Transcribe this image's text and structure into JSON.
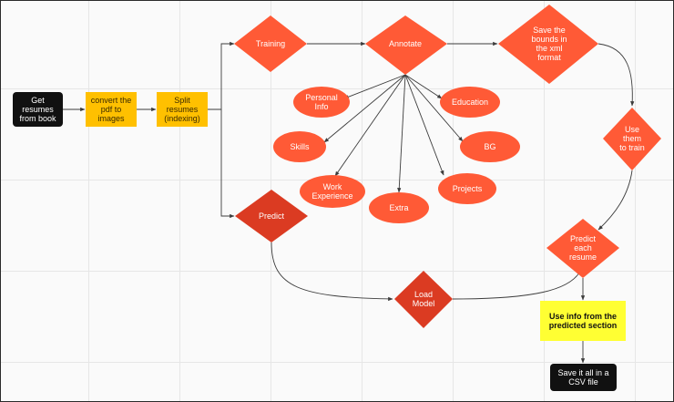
{
  "colors": {
    "orange": "#ff5a36",
    "orange_dark": "#e8412a",
    "red_dark": "#db3b22",
    "yellow": "#ffc000",
    "yellow_bright": "#ffff33",
    "black": "#111111",
    "edge": "#3c3c3c"
  },
  "nodes": {
    "get_resumes": "Get\nresumes\nfrom book",
    "convert_pdf": "convert the\npdf to\nimages",
    "split_resumes": "Split\nresumes\n(indexing)",
    "training": "Training",
    "annotate": "Annotate",
    "save_bounds": "Save the\nbounds in\nthe xml\nformat",
    "use_them": "Use\nthem\nto train",
    "predict": "Predict",
    "load_model": "Load\nModel",
    "predict_each": "Predict\neach\nresume",
    "use_info": "Use info from the\npredicted section",
    "save_csv": "Save it all in a\nCSV file"
  },
  "sections": {
    "personal_info": "Personal\nInfo",
    "skills": "Skills",
    "work_experience": "Work\nExperience",
    "extra": "Extra",
    "projects": "Projects",
    "bg": "BG",
    "education": "Education"
  }
}
